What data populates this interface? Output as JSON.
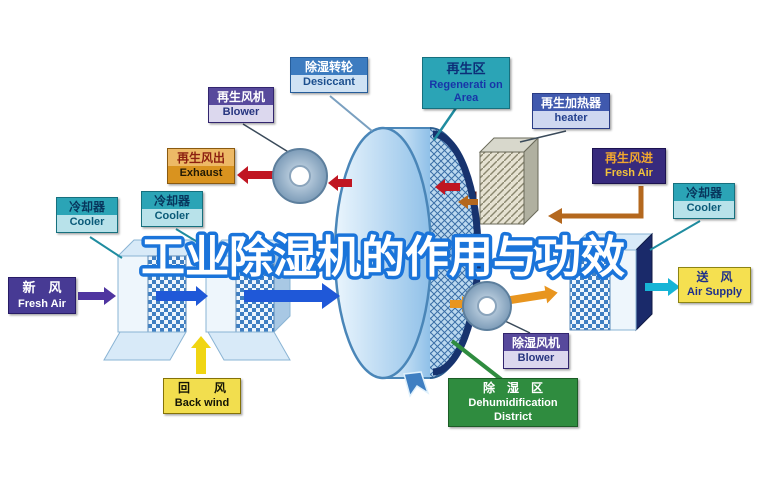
{
  "title": "工业除湿机的作用与功效",
  "labels": {
    "fresh_air": {
      "zh": "新　风",
      "en": "Fresh Air"
    },
    "cooler_outer": {
      "zh": "冷却器",
      "en": "Cooler"
    },
    "cooler_inner": {
      "zh": "冷却器",
      "en": "Cooler"
    },
    "exhaust": {
      "zh": "再生风出",
      "en": "Exhaust"
    },
    "regen_blower": {
      "zh": "再生风机",
      "en": "Blower"
    },
    "desiccant": {
      "zh": "除湿转轮",
      "en": "Desiccant"
    },
    "regen_area": {
      "zh": "再生区",
      "en": "Regenerati on Area"
    },
    "regen_heater": {
      "zh": "再生加热器",
      "en": "heater"
    },
    "regen_fresh_air": {
      "zh": "再生风进",
      "en": "Fresh Air"
    },
    "cooler_right": {
      "zh": "冷却器",
      "en": "Cooler"
    },
    "air_supply": {
      "zh": "送　风",
      "en": "Air Supply"
    },
    "back_wind": {
      "zh": "回　　风",
      "en": "Back wind"
    },
    "dehumid_blower": {
      "zh": "除湿风机",
      "en": "Blower"
    },
    "dehumid_district": {
      "zh": "除　湿　区",
      "en": "Dehumidification District"
    }
  },
  "colors": {
    "process_blue": "#1f58d8",
    "regen_red": "#c01622",
    "regen_brown": "#b4681e",
    "supply_orange": "#e8951f",
    "supply_cyan": "#17b4d6",
    "return_yellow": "#f0d512",
    "fresh_purple": "#4f35a0",
    "title_stroke": "#1a74da"
  }
}
